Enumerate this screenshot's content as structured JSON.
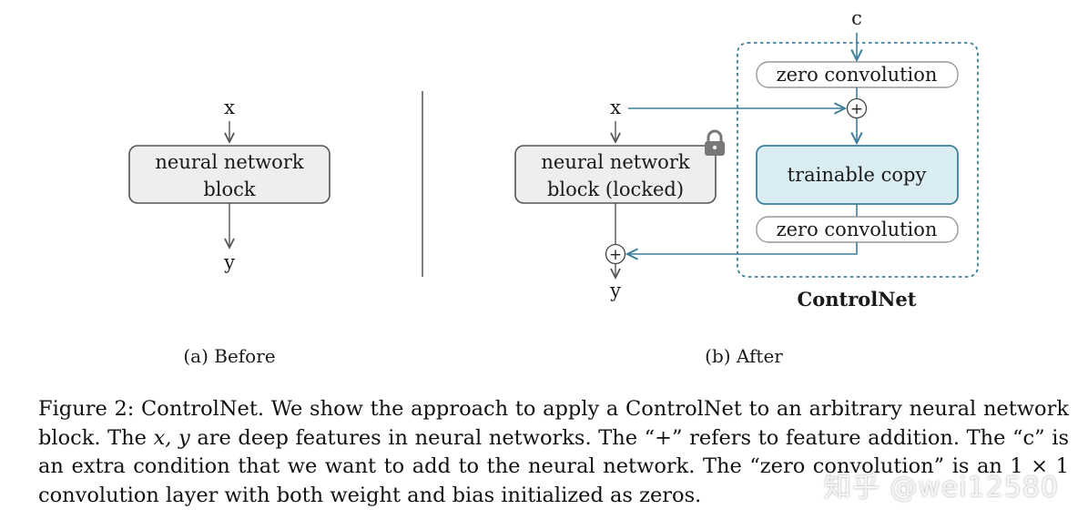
{
  "panel_a": {
    "input_label": "x",
    "output_label": "y",
    "block_line1": "neural network",
    "block_line2": "block",
    "subcaption": "(a) Before"
  },
  "panel_b": {
    "input_label": "x",
    "output_label": "y",
    "condition_label": "c",
    "locked_line1": "neural network",
    "locked_line2": "block (locked)",
    "zero_conv_top": "zero convolution",
    "zero_conv_bottom": "zero convolution",
    "trainable_label": "trainable copy",
    "plus_symbol": "+",
    "controlnet_label": "ControlNet",
    "subcaption": "(b) After"
  },
  "caption": {
    "p1": "Figure 2: ControlNet. We show the approach to apply a ControlNet to an arbitrary neural network block. The ",
    "xy": "x, y",
    "p2": " are deep features in neural networks. The “+” refers to feature addition. The “c” is an extra condition that we want to add to the neural network. The “zero convolution” is an 1 × 1 convolution layer with both weight and bias initialized as zeros."
  },
  "watermark": "知乎 @wei12580",
  "colors": {
    "accent": "#3d7f9a",
    "box_fill": "#eeeeee",
    "box_stroke": "#555555",
    "trainable_fill": "#d9edf3"
  }
}
